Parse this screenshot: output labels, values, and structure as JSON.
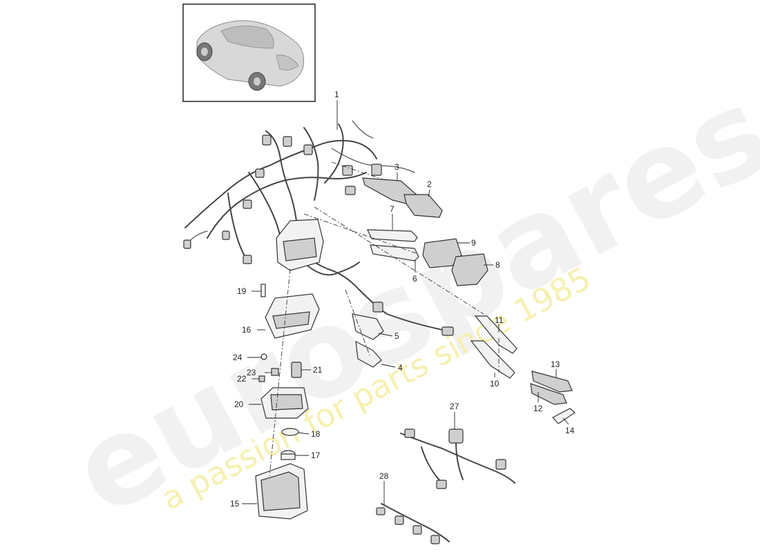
{
  "watermark": {
    "brand": "eurospares",
    "tagline": "a passion for parts since 1985"
  },
  "callouts": [
    {
      "id": "1",
      "text": "1"
    },
    {
      "id": "2",
      "text": "2"
    },
    {
      "id": "3",
      "text": "3"
    },
    {
      "id": "4",
      "text": "4"
    },
    {
      "id": "5",
      "text": "5"
    },
    {
      "id": "6",
      "text": "6"
    },
    {
      "id": "7",
      "text": "7"
    },
    {
      "id": "8",
      "text": "8"
    },
    {
      "id": "9",
      "text": "9"
    },
    {
      "id": "10",
      "text": "10"
    },
    {
      "id": "11",
      "text": "11"
    },
    {
      "id": "12",
      "text": "12"
    },
    {
      "id": "13",
      "text": "13"
    },
    {
      "id": "14",
      "text": "14"
    },
    {
      "id": "15",
      "text": "15"
    },
    {
      "id": "16",
      "text": "16"
    },
    {
      "id": "17",
      "text": "17"
    },
    {
      "id": "18",
      "text": "18"
    },
    {
      "id": "19",
      "text": "19"
    },
    {
      "id": "20",
      "text": "20"
    },
    {
      "id": "21",
      "text": "21"
    },
    {
      "id": "22",
      "text": "22"
    },
    {
      "id": "23",
      "text": "23"
    },
    {
      "id": "24",
      "text": "24"
    },
    {
      "id": "27",
      "text": "27"
    },
    {
      "id": "28",
      "text": "28"
    }
  ]
}
